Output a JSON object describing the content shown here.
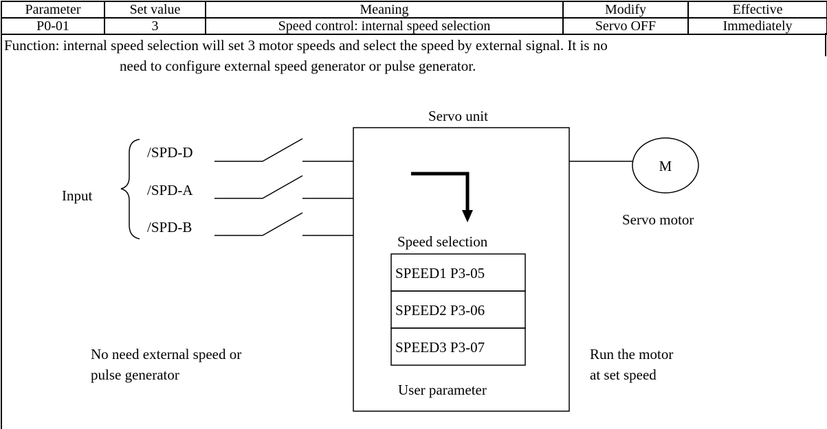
{
  "table": {
    "headers": [
      "Parameter",
      "Set value",
      "Meaning",
      "Modify",
      "Effective"
    ],
    "row": [
      "P0-01",
      "3",
      "Speed control: internal speed selection",
      "Servo OFF",
      "Immediately"
    ]
  },
  "function_text": {
    "line1": "Function: internal speed selection will set 3 motor speeds and select the speed by external signal. It is no",
    "line2": "need to configure external speed generator or pulse generator."
  },
  "diagram": {
    "servo_unit_label": "Servo unit",
    "input_label": "Input",
    "signals": [
      "/SPD-D",
      "/SPD-A",
      "/SPD-B"
    ],
    "motor_symbol": "M",
    "motor_label": "Servo motor",
    "speed_selection_label": "Speed selection",
    "speeds": [
      "SPEED1 P3-05",
      "SPEED2 P3-06",
      "SPEED3 P3-07"
    ],
    "left_note": [
      "No need external speed or",
      "pulse generator"
    ],
    "user_parameter_label": "User parameter",
    "right_note": [
      "Run the motor",
      "at set speed"
    ]
  }
}
